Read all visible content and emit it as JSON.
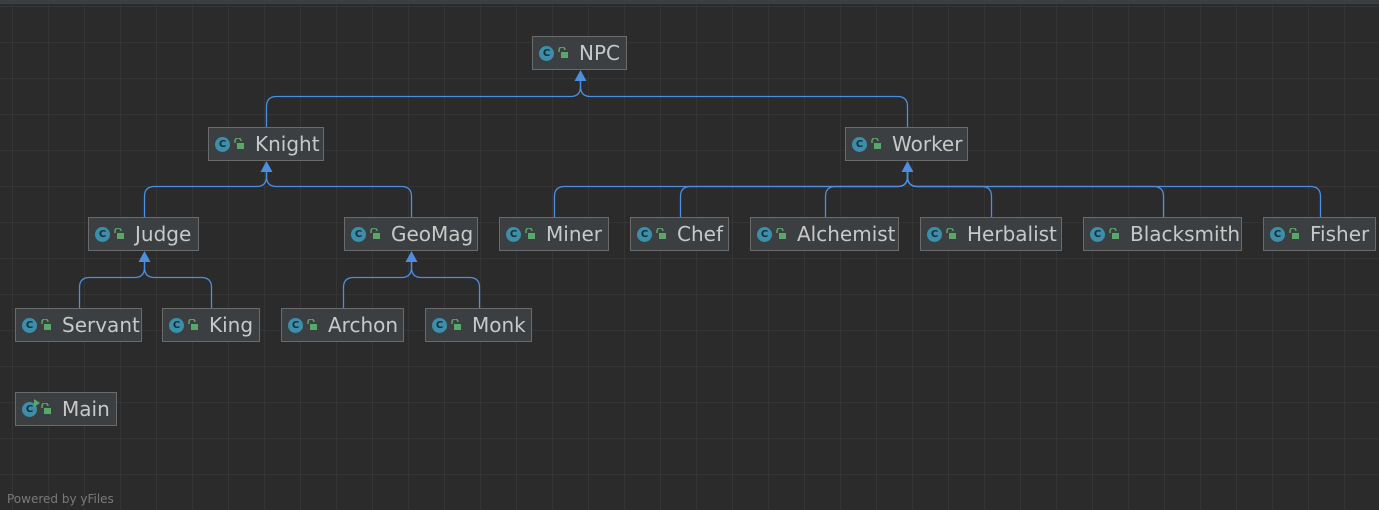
{
  "diagram": {
    "classes": [
      {
        "id": "npc",
        "label": "NPC"
      },
      {
        "id": "knight",
        "label": "Knight"
      },
      {
        "id": "worker",
        "label": "Worker"
      },
      {
        "id": "judge",
        "label": "Judge"
      },
      {
        "id": "geomag",
        "label": "GeoMag"
      },
      {
        "id": "miner",
        "label": "Miner"
      },
      {
        "id": "chef",
        "label": "Chef"
      },
      {
        "id": "alchemist",
        "label": "Alchemist"
      },
      {
        "id": "herbalist",
        "label": "Herbalist"
      },
      {
        "id": "blacksmith",
        "label": "Blacksmith"
      },
      {
        "id": "fisher",
        "label": "Fisher"
      },
      {
        "id": "servant",
        "label": "Servant"
      },
      {
        "id": "king",
        "label": "King"
      },
      {
        "id": "archon",
        "label": "Archon"
      },
      {
        "id": "monk",
        "label": "Monk"
      },
      {
        "id": "main",
        "label": "Main"
      }
    ],
    "class_icon_letter": "C",
    "class_icon": "class-icon",
    "run_icon": "run-class-icon",
    "access_icon": "public-access-icon",
    "inheritance": [
      {
        "parent": "npc",
        "children": [
          "knight",
          "worker"
        ]
      },
      {
        "parent": "knight",
        "children": [
          "judge",
          "geomag"
        ]
      },
      {
        "parent": "worker",
        "children": [
          "miner",
          "chef",
          "alchemist",
          "herbalist",
          "blacksmith",
          "fisher"
        ]
      },
      {
        "parent": "judge",
        "children": [
          "servant",
          "king"
        ]
      },
      {
        "parent": "geomag",
        "children": [
          "archon",
          "monk"
        ]
      }
    ]
  },
  "colors": {
    "background": "#2b2b2b",
    "grid": "#353535",
    "node_fill": "#3c3f41",
    "node_border": "#6b6b6b",
    "edge": "#4e8ede",
    "class_icon": "#3d8ea8",
    "access_icon": "#59a869",
    "text": "#c8c8c8"
  },
  "footer": "Powered by yFiles"
}
